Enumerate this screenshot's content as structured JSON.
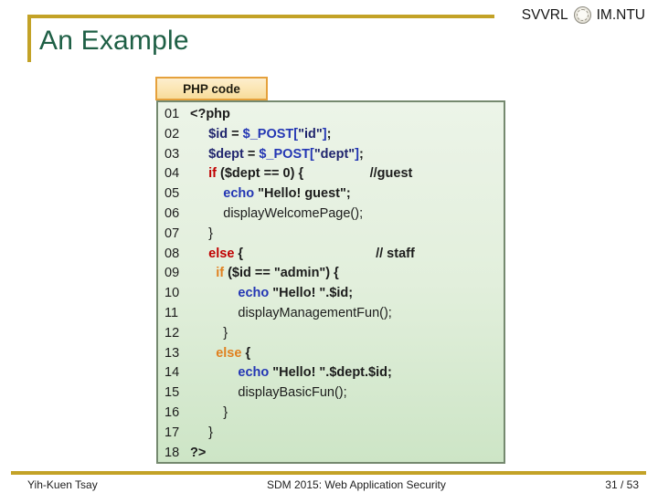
{
  "header": {
    "title": "An Example",
    "brand_left": "SVVRL",
    "brand_right": "IM.NTU"
  },
  "code_panel": {
    "label": "PHP code",
    "lines": [
      {
        "num": "01",
        "segs": [
          {
            "t": "<?php",
            "s": "b"
          }
        ]
      },
      {
        "num": "02",
        "segs": [
          {
            "t": "     ",
            "s": "p"
          },
          {
            "t": "$id",
            "s": "nv"
          },
          {
            "t": " = ",
            "s": "b"
          },
          {
            "t": "$_POST",
            "s": "bl"
          },
          {
            "t": "[",
            "s": "bl"
          },
          {
            "t": "\"id\"",
            "s": "nv"
          },
          {
            "t": "]",
            "s": "bl"
          },
          {
            "t": ";",
            "s": "b"
          }
        ]
      },
      {
        "num": "03",
        "segs": [
          {
            "t": "     ",
            "s": "p"
          },
          {
            "t": "$dept",
            "s": "nv"
          },
          {
            "t": " = ",
            "s": "b"
          },
          {
            "t": "$_POST",
            "s": "bl"
          },
          {
            "t": "[",
            "s": "bl"
          },
          {
            "t": "\"dept\"",
            "s": "nv"
          },
          {
            "t": "]",
            "s": "bl"
          },
          {
            "t": ";",
            "s": "b"
          }
        ]
      },
      {
        "num": "04",
        "segs": [
          {
            "t": "     ",
            "s": "p"
          },
          {
            "t": "if",
            "s": "rd"
          },
          {
            "t": " ($dept == 0) {",
            "s": "b"
          },
          {
            "t": "                  ",
            "s": "p"
          },
          {
            "t": "//guest",
            "s": "b"
          }
        ]
      },
      {
        "num": "05",
        "segs": [
          {
            "t": "         ",
            "s": "p"
          },
          {
            "t": "echo",
            "s": "bl"
          },
          {
            "t": " \"Hello! guest\";",
            "s": "b"
          }
        ]
      },
      {
        "num": "06",
        "segs": [
          {
            "t": "         ",
            "s": "p"
          },
          {
            "t": "displayWelcomePage();",
            "s": "p"
          }
        ]
      },
      {
        "num": "07",
        "segs": [
          {
            "t": "     }",
            "s": "p"
          }
        ]
      },
      {
        "num": "08",
        "segs": [
          {
            "t": "     ",
            "s": "p"
          },
          {
            "t": "else",
            "s": "rd"
          },
          {
            "t": " {",
            "s": "b"
          },
          {
            "t": "                                    ",
            "s": "p"
          },
          {
            "t": "// staff",
            "s": "b"
          }
        ]
      },
      {
        "num": "09",
        "segs": [
          {
            "t": "       ",
            "s": "p"
          },
          {
            "t": "if",
            "s": "or"
          },
          {
            "t": " ($id == \"admin\") {",
            "s": "b"
          }
        ]
      },
      {
        "num": "10",
        "segs": [
          {
            "t": "             ",
            "s": "p"
          },
          {
            "t": "echo",
            "s": "bl"
          },
          {
            "t": " \"Hello! \".$id;",
            "s": "b"
          }
        ]
      },
      {
        "num": "11",
        "segs": [
          {
            "t": "             ",
            "s": "p"
          },
          {
            "t": "displayManagementFun();",
            "s": "p"
          }
        ]
      },
      {
        "num": "12",
        "segs": [
          {
            "t": "         }",
            "s": "p"
          }
        ]
      },
      {
        "num": "13",
        "segs": [
          {
            "t": "       ",
            "s": "p"
          },
          {
            "t": "else",
            "s": "or"
          },
          {
            "t": " {",
            "s": "b"
          }
        ]
      },
      {
        "num": "14",
        "segs": [
          {
            "t": "             ",
            "s": "p"
          },
          {
            "t": "echo",
            "s": "bl"
          },
          {
            "t": " \"Hello! \".$dept.$id;",
            "s": "b"
          }
        ]
      },
      {
        "num": "15",
        "segs": [
          {
            "t": "             ",
            "s": "p"
          },
          {
            "t": "displayBasicFun();",
            "s": "p"
          }
        ]
      },
      {
        "num": "16",
        "segs": [
          {
            "t": "         }",
            "s": "p"
          }
        ]
      },
      {
        "num": "17",
        "segs": [
          {
            "t": "     }",
            "s": "p"
          }
        ]
      },
      {
        "num": "18",
        "segs": [
          {
            "t": "?>",
            "s": "b"
          }
        ]
      }
    ]
  },
  "footer": {
    "author": "Yih-Kuen Tsay",
    "course": "SDM 2015: Web Application Security",
    "page": "31 / 53"
  },
  "colors": {
    "accent_gold": "#c3a227",
    "title_green": "#1e5f45",
    "code_bg_green": "#e2efdc",
    "code_border": "#75896f",
    "label_bg": "#fbe5b2",
    "label_border": "#e5a13c",
    "keyword_red": "#c00000",
    "keyword_orange": "#e0801f",
    "keyword_blue": "#2336b4",
    "variable_navy": "#20256e"
  }
}
